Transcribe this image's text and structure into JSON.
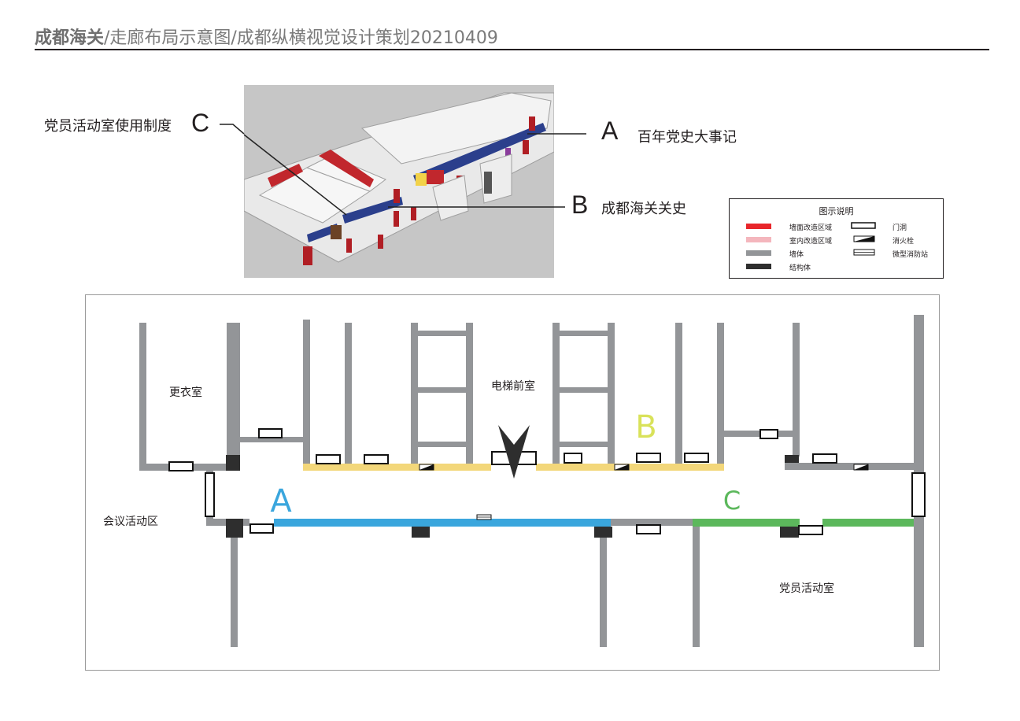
{
  "header": {
    "title_bold": "成都海关",
    "title_rest": "/走廊布局示意图/成都纵横视觉设计策划20210409"
  },
  "render_view": {
    "description": "3D corridor rendering",
    "callouts": [
      {
        "letter": "A",
        "label": "百年党史大事记"
      },
      {
        "letter": "B",
        "label": "成都海关关史"
      },
      {
        "letter": "C",
        "label": "党员活动室使用制度"
      }
    ]
  },
  "legend": {
    "title": "图示说明",
    "items": [
      {
        "label": "墙面改造区域",
        "symbol": "red-bar",
        "color": "#e8262b"
      },
      {
        "label": "室内改造区域",
        "symbol": "pink-bar",
        "color": "#f4b6bd"
      },
      {
        "label": "墙体",
        "symbol": "gray-bar",
        "color": "#939598"
      },
      {
        "label": "结构体",
        "symbol": "dark-bar",
        "color": "#2e2e2e"
      },
      {
        "label": "门洞",
        "symbol": "door-icon"
      },
      {
        "label": "消火栓",
        "symbol": "hydrant-icon"
      },
      {
        "label": "微型消防站",
        "symbol": "fire-station-icon"
      }
    ]
  },
  "floor_plan": {
    "rooms": {
      "changing_room": "更衣室",
      "elevator_lobby": "电梯前室",
      "meeting_area": "会议活动区",
      "party_room": "党员活动室"
    },
    "zones": [
      {
        "letter": "A",
        "color": "#3aa6dd"
      },
      {
        "letter": "B",
        "color": "#d9e25a"
      },
      {
        "letter": "C",
        "color": "#5cb85c"
      }
    ],
    "colors": {
      "wall": "#939598",
      "structure": "#2e2e2e",
      "zone_b_wall": "#f3d77a"
    }
  }
}
